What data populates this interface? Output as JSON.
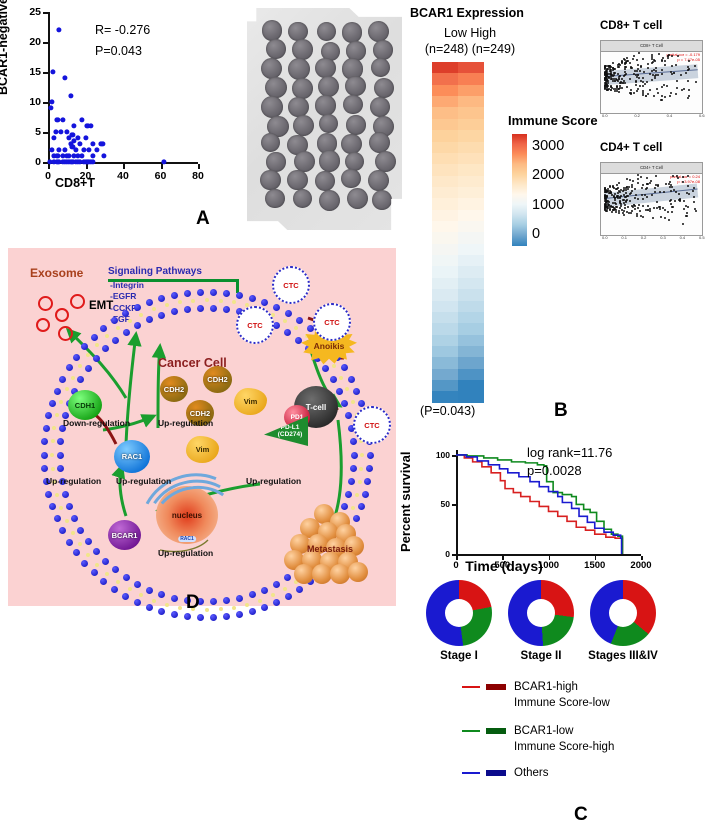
{
  "panelA": {
    "letter": "A",
    "ylabel": "BCAR1-negative-CTCs",
    "xlabel": "CD8+T",
    "stats_r": "R= -0.276",
    "stats_p": "P=0.043",
    "chart_data": {
      "type": "scatter",
      "title": "",
      "xlabel": "CD8+T",
      "ylabel": "BCAR1-negative-CTCs",
      "xlim": [
        0,
        80
      ],
      "ylim": [
        0,
        25
      ],
      "xticks": [
        0,
        20,
        40,
        60,
        80
      ],
      "yticks": [
        0,
        5,
        10,
        15,
        20,
        25
      ],
      "grid": false,
      "annotations": [
        "R= -0.276",
        "P=0.043"
      ],
      "marker_color": "#1414dc",
      "points": [
        [
          6,
          22
        ],
        [
          2.5,
          15
        ],
        [
          9,
          14
        ],
        [
          1.5,
          9
        ],
        [
          2,
          10
        ],
        [
          12,
          11
        ],
        [
          5,
          7
        ],
        [
          8,
          7
        ],
        [
          18,
          7
        ],
        [
          14,
          6
        ],
        [
          21,
          6
        ],
        [
          23,
          6
        ],
        [
          4,
          5
        ],
        [
          7,
          5
        ],
        [
          10,
          5
        ],
        [
          13,
          4.5
        ],
        [
          16,
          4
        ],
        [
          20,
          4
        ],
        [
          3,
          4
        ],
        [
          11,
          4
        ],
        [
          14,
          3.5
        ],
        [
          17,
          3
        ],
        [
          24,
          3
        ],
        [
          28,
          3
        ],
        [
          29,
          3
        ],
        [
          2,
          2
        ],
        [
          6,
          2
        ],
        [
          9,
          2
        ],
        [
          12,
          3
        ],
        [
          13,
          2.5
        ],
        [
          15,
          2
        ],
        [
          19,
          2
        ],
        [
          22,
          2
        ],
        [
          26,
          2
        ],
        [
          3,
          1
        ],
        [
          5,
          1
        ],
        [
          8,
          1
        ],
        [
          10,
          1
        ],
        [
          11,
          1
        ],
        [
          14,
          1
        ],
        [
          16,
          1
        ],
        [
          18,
          1
        ],
        [
          24,
          1
        ],
        [
          30,
          1
        ],
        [
          1,
          0
        ],
        [
          3,
          0
        ],
        [
          5,
          0
        ],
        [
          6,
          0
        ],
        [
          8,
          0
        ],
        [
          9,
          0
        ],
        [
          10,
          0
        ],
        [
          11,
          0
        ],
        [
          12,
          0
        ],
        [
          13,
          0
        ],
        [
          15,
          0
        ],
        [
          16,
          0
        ],
        [
          17,
          0
        ],
        [
          19,
          0
        ],
        [
          20,
          0
        ],
        [
          21,
          0
        ],
        [
          22,
          0
        ],
        [
          23,
          0
        ],
        [
          24,
          0
        ],
        [
          62,
          0
        ]
      ]
    }
  },
  "tma": {
    "name": "tissue-microarray-slide",
    "rows": 11,
    "cores_per_row": [
      5,
      5,
      5,
      5,
      5,
      5,
      5,
      5,
      5,
      5,
      5
    ]
  },
  "panelB": {
    "letter": "B",
    "title": "BCAR1 Expression",
    "group_line1": "Low  High",
    "group_line2": "(n=248) (n=249)",
    "pvalue": "(P=0.043)",
    "colorbar_title": "Immune Score",
    "colorbar_ticks": [
      "3000",
      "2000",
      "1000",
      "0"
    ],
    "heatmap": {
      "type": "heatmap",
      "columns": [
        "Low (n=248)",
        "High (n=249)"
      ],
      "colormap": "RdYlBu_r",
      "value_range": [
        -400,
        3400
      ],
      "column_low": [
        3350,
        3150,
        2980,
        2820,
        2680,
        2560,
        2440,
        2330,
        2220,
        2120,
        2020,
        1930,
        1840,
        1750,
        1660,
        1570,
        1480,
        1390,
        1300,
        1200,
        1100,
        990,
        870,
        740,
        600,
        440,
        260,
        60,
        -160,
        -380
      ],
      "column_high": [
        3280,
        3060,
        2880,
        2730,
        2600,
        2480,
        2370,
        2260,
        2160,
        2060,
        1960,
        1860,
        1760,
        1660,
        1560,
        1460,
        1360,
        1250,
        1140,
        1030,
        910,
        790,
        660,
        520,
        370,
        200,
        10,
        -200,
        -400,
        -430
      ]
    },
    "mini_plots": [
      {
        "title": "CD8+ T cell",
        "strip": "CD8+ T Cell",
        "corr": "partial.cor = -0.179",
        "pval": "p = 7.47e-05",
        "xticks": [
          "0.0",
          "0.2",
          "0.4",
          "0.6"
        ]
      },
      {
        "title": "CD4+ T cell",
        "strip": "CD4+ T Cell",
        "corr": "partial.cor = 0.24",
        "pval": "p = 3.97e-08",
        "xticks": [
          "0.0",
          "0.1",
          "0.2",
          "0.3",
          "0.4",
          "0.5"
        ]
      }
    ]
  },
  "panelC": {
    "letter": "C",
    "survival": {
      "type": "line",
      "title": "",
      "xlabel": "Time (days)",
      "ylabel": "Percent survival",
      "xlim": [
        0,
        2000
      ],
      "ylim": [
        0,
        105
      ],
      "xticks": [
        0,
        500,
        1000,
        1500,
        2000
      ],
      "yticks": [
        0,
        50,
        100
      ],
      "grid": false,
      "annotation_logrank": "log rank=11.76",
      "annotation_p": "p=0.0028",
      "series": [
        {
          "name": "BCAR1-high / Immune Score-low",
          "color": "#d82020",
          "points": [
            [
              0,
              100
            ],
            [
              90,
              97
            ],
            [
              180,
              93
            ],
            [
              280,
              88
            ],
            [
              380,
              82
            ],
            [
              480,
              74
            ],
            [
              530,
              66
            ],
            [
              620,
              62
            ],
            [
              700,
              58
            ],
            [
              800,
              53
            ],
            [
              900,
              48
            ],
            [
              1000,
              43
            ],
            [
              1100,
              38
            ],
            [
              1200,
              33
            ],
            [
              1300,
              27
            ],
            [
              1400,
              24
            ],
            [
              1500,
              20
            ],
            [
              1620,
              17
            ],
            [
              1720,
              16
            ],
            [
              1800,
              16
            ],
            [
              1800,
              0
            ]
          ]
        },
        {
          "name": "BCAR1-low / Immune Score-high",
          "color": "#0f8a1e",
          "points": [
            [
              0,
              100
            ],
            [
              120,
              99
            ],
            [
              300,
              97
            ],
            [
              450,
              95
            ],
            [
              600,
              93
            ],
            [
              750,
              92
            ],
            [
              880,
              90
            ],
            [
              950,
              89
            ],
            [
              980,
              73
            ],
            [
              1050,
              62
            ],
            [
              1150,
              60
            ],
            [
              1250,
              58
            ],
            [
              1300,
              50
            ],
            [
              1380,
              45
            ],
            [
              1450,
              42
            ],
            [
              1520,
              33
            ],
            [
              1600,
              25
            ],
            [
              1680,
              20
            ],
            [
              1750,
              18
            ],
            [
              1800,
              18
            ],
            [
              1800,
              0
            ]
          ]
        },
        {
          "name": "Others",
          "color": "#1a1ad0",
          "points": [
            [
              0,
              100
            ],
            [
              110,
              98
            ],
            [
              230,
              94
            ],
            [
              350,
              90
            ],
            [
              470,
              86
            ],
            [
              560,
              82
            ],
            [
              680,
              78
            ],
            [
              800,
              73
            ],
            [
              900,
              68
            ],
            [
              1000,
              63
            ],
            [
              1100,
              58
            ],
            [
              1150,
              52
            ],
            [
              1250,
              46
            ],
            [
              1330,
              38
            ],
            [
              1420,
              32
            ],
            [
              1500,
              26
            ],
            [
              1600,
              22
            ],
            [
              1700,
              19
            ],
            [
              1780,
              16
            ],
            [
              1790,
              0
            ]
          ]
        }
      ]
    },
    "donuts": {
      "type": "pie",
      "title": "",
      "legend": [
        "BCAR1-high Immune Score-low",
        "BCAR1-low Immune Score-high",
        "Others"
      ],
      "colors": [
        "#d81414",
        "#0f8a1e",
        "#1a1ad0"
      ],
      "charts": [
        {
          "label": "Stage I",
          "values": [
            22,
            26,
            52
          ]
        },
        {
          "label": "Stage II",
          "values": [
            27,
            22,
            51
          ]
        },
        {
          "label": "Stages III&IV",
          "values": [
            36,
            20,
            44
          ]
        }
      ]
    },
    "legend_items": [
      {
        "line1": "BCAR1-high",
        "line2": "Immune Score-low",
        "color": "#d81414"
      },
      {
        "line1": "BCAR1-low",
        "line2": "Immune Score-high",
        "color": "#0f8a1e"
      },
      {
        "line1": "Others",
        "line2": "",
        "color": "#1a1ad0"
      }
    ]
  },
  "panelD": {
    "letter": "D",
    "exosome_label": "Exosome",
    "signaling_title": "Signaling Pathways",
    "signaling_items": "-Integrin\n-EGFR\n-CCKR\n-FGF",
    "cancer_cell_label": "Cancer Cell",
    "emt_label": "EMT",
    "anoikis_label": "Anoikis",
    "tcell_label": "T-cell",
    "pd1_label": "PD1",
    "pdl1_label": "PD-L1\n(CD274)",
    "nucleus_label": "nucleus",
    "nucleus_inner_label": "RAC1",
    "metastasis_label": "Metastasis",
    "ctc_label": "CTC",
    "molecules": [
      {
        "name": "CDH1",
        "kind": "cdh1"
      },
      {
        "name": "CDH2",
        "kind": "cdh2"
      },
      {
        "name": "CDH2",
        "kind": "cdh2"
      },
      {
        "name": "CDH2",
        "kind": "cdh2"
      },
      {
        "name": "Vim",
        "kind": "vim"
      },
      {
        "name": "Vim",
        "kind": "vim"
      },
      {
        "name": "RAC1",
        "kind": "rac1"
      },
      {
        "name": "BCAR1",
        "kind": "bcar1"
      }
    ],
    "notes": [
      "Down-regulation",
      "Up-regulation",
      "Up-regulation",
      "Up-regulation",
      "Up-regulation",
      "Up-regulation"
    ]
  }
}
